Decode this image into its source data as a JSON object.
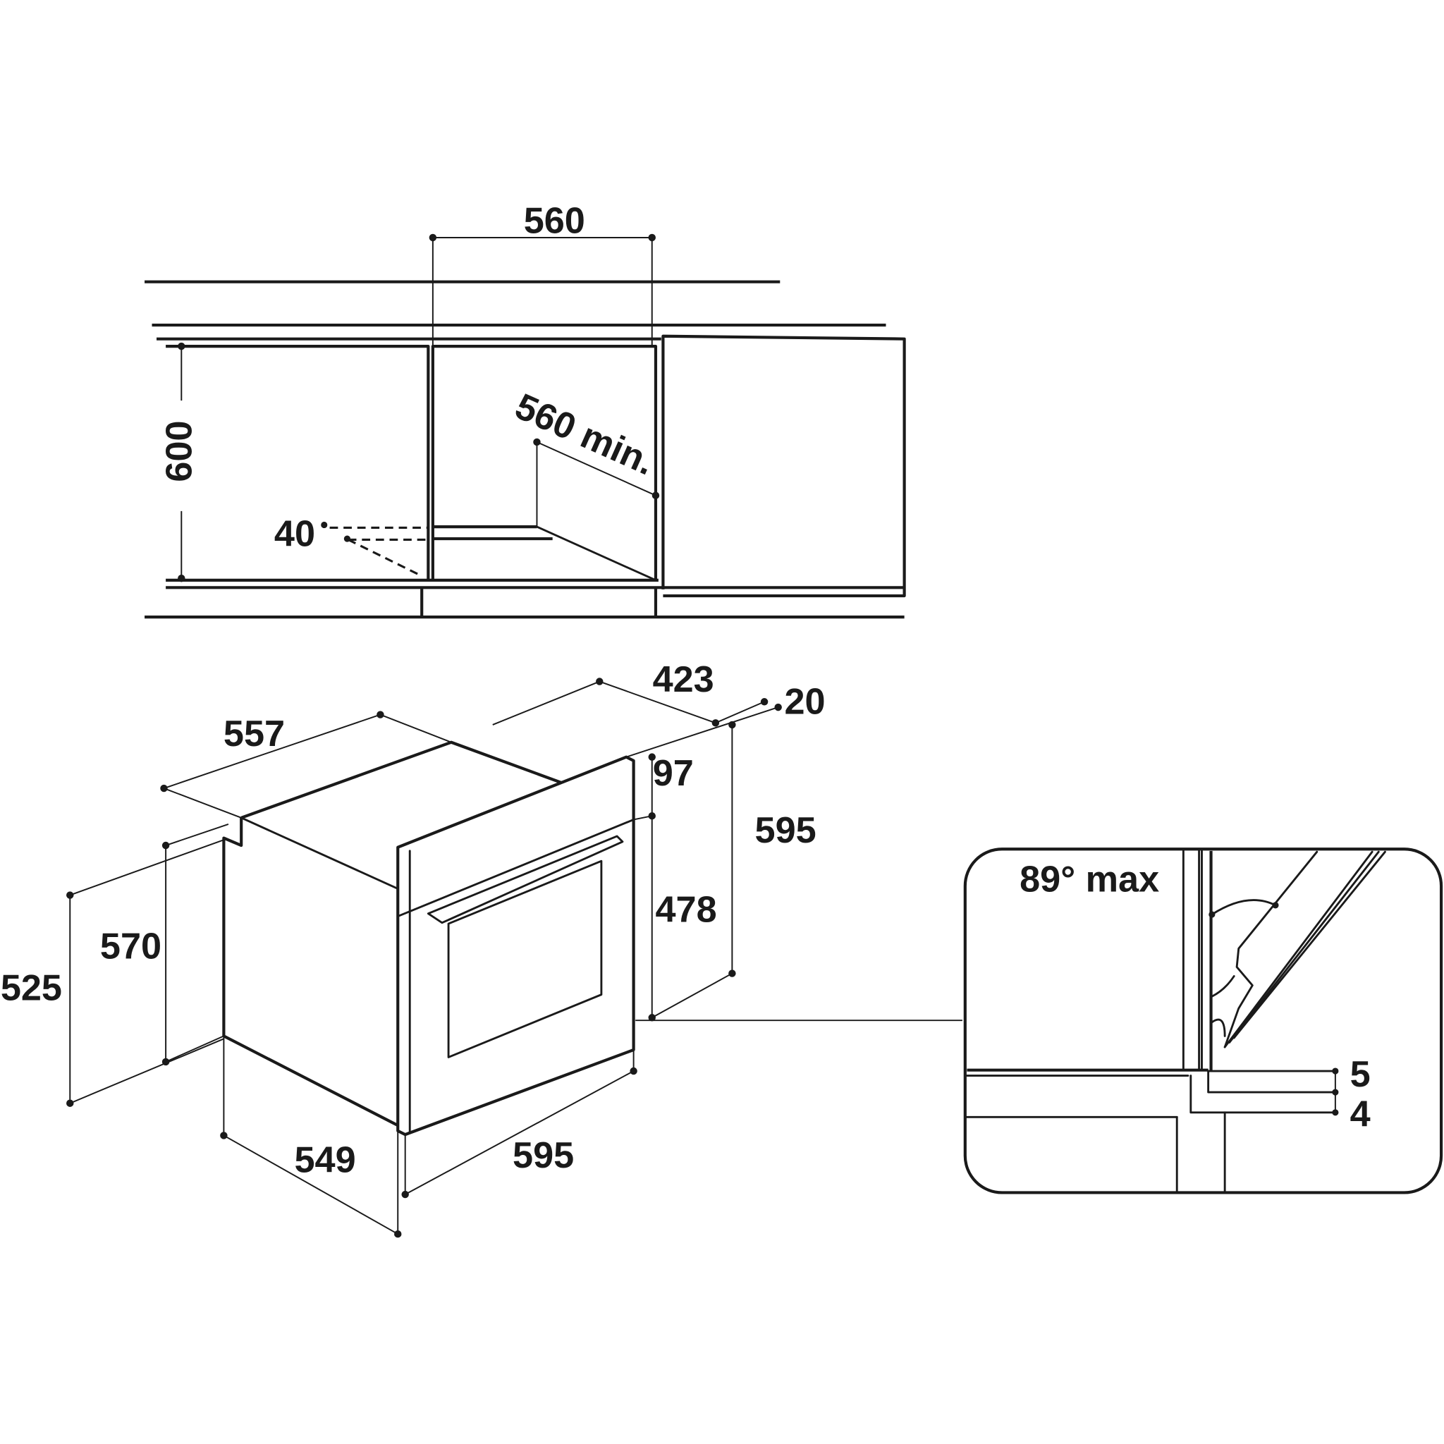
{
  "colors": {
    "line": "#1a1a1a",
    "background": "#ffffff"
  },
  "niche_view": {
    "width_label": "560",
    "height_label": "600",
    "depth_label": "560 min.",
    "ventilation_label": "40"
  },
  "oven_view": {
    "top_depth_label": "557",
    "panel_depth_label": "423",
    "door_thickness_label": "20",
    "control_panel_height_label": "97",
    "door_height_label": "478",
    "front_height_label": "595",
    "body_height_label": "570",
    "side_height_label": "525",
    "body_depth_label": "549",
    "front_width_label": "595"
  },
  "detail_view": {
    "door_angle_label": "89° max",
    "gap_top_label": "5",
    "gap_bottom_label": "4"
  }
}
